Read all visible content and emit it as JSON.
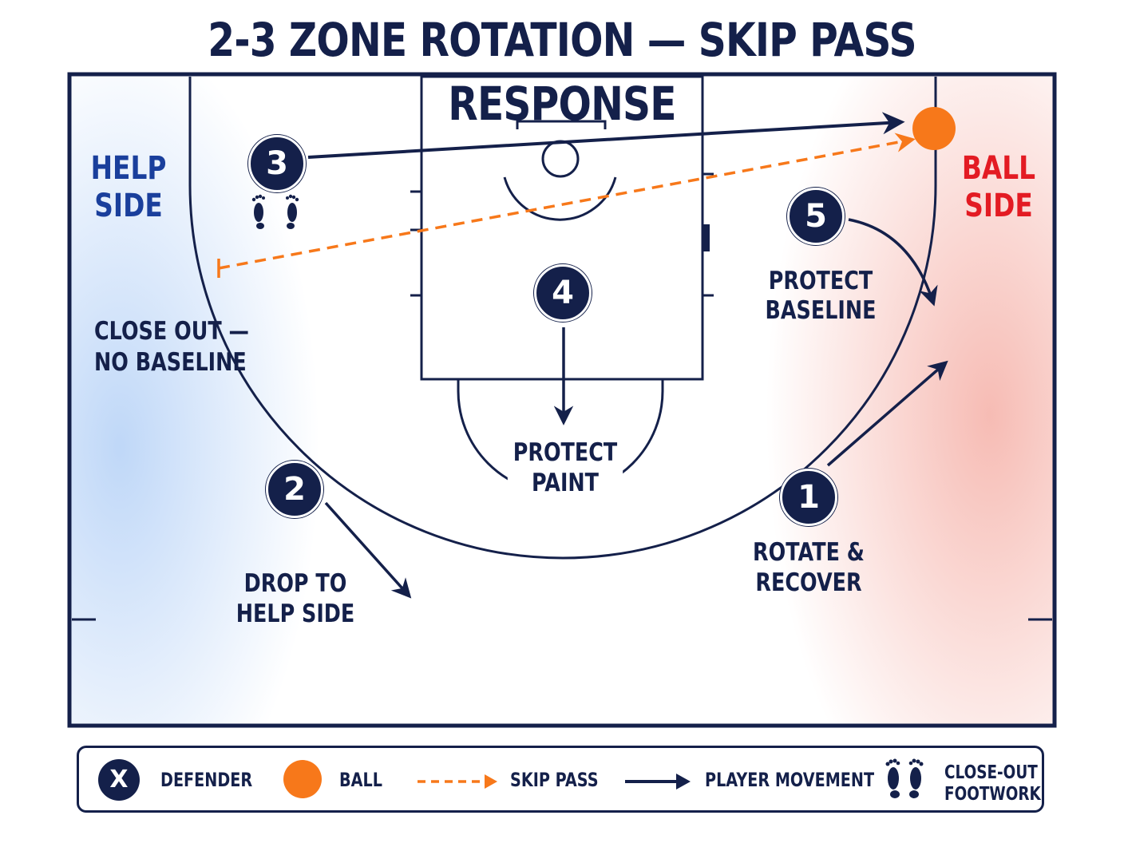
{
  "title": "2-3 ZONE ROTATION — SKIP PASS RESPONSE",
  "sides": {
    "help": [
      "HELP",
      "SIDE"
    ],
    "ball": [
      "BALL",
      "SIDE"
    ]
  },
  "players": [
    {
      "number": "3"
    },
    {
      "number": "5"
    },
    {
      "number": "4"
    },
    {
      "number": "2"
    },
    {
      "number": "1"
    }
  ],
  "labels": {
    "close_out": [
      "CLOSE OUT —",
      "NO BASELINE"
    ],
    "protect_baseline": [
      "PROTECT",
      "BASELINE"
    ],
    "protect_paint": [
      "PROTECT",
      "PAINT"
    ],
    "drop_help": [
      "DROP TO",
      "HELP SIDE"
    ],
    "rotate_recover": [
      "ROTATE &",
      "RECOVER"
    ]
  },
  "legend": {
    "defender_symbol": "X",
    "defender": "DEFENDER",
    "ball": "BALL",
    "skip_pass": "SKIP PASS",
    "player_movement": "PLAYER MOVEMENT",
    "footwork": [
      "CLOSE-OUT",
      "FOOTWORK"
    ]
  },
  "colors": {
    "navy": "#14204a",
    "ball_orange": "#f7781a",
    "help_side_blue": "#1a3f9c",
    "ball_side_red": "#e31b23"
  },
  "icons": [
    "footprints-icon",
    "arrow-icon",
    "dashed-arrow-icon"
  ]
}
